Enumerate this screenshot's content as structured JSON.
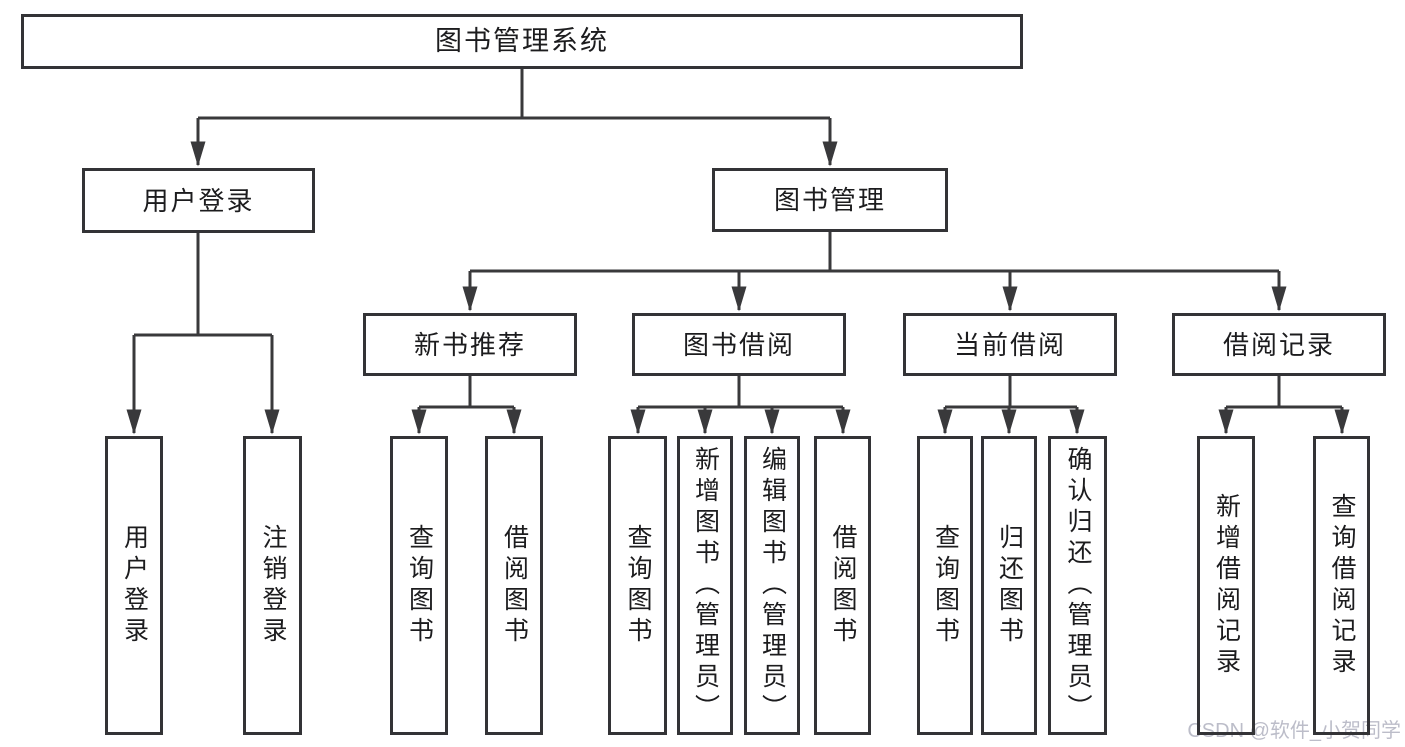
{
  "colors": {
    "canvas_bg": "#ffffff",
    "line_color": "#39393b",
    "border_color": "#333336",
    "text_color": "#1c1c1e",
    "watermark_color": "#bcbdc9"
  },
  "watermark": {
    "text": "CSDN @软件_小贺同学"
  },
  "tree": {
    "label": "图书管理系统",
    "children": [
      {
        "label": "用户登录",
        "children": [
          {
            "label": "用户登录"
          },
          {
            "label": "注销登录"
          }
        ]
      },
      {
        "label": "图书管理",
        "children": [
          {
            "label": "新书推荐",
            "children": [
              {
                "label": "查询图书"
              },
              {
                "label": "借阅图书"
              }
            ]
          },
          {
            "label": "图书借阅",
            "children": [
              {
                "label": "查询图书"
              },
              {
                "label": "新增图书（管理员）"
              },
              {
                "label": "编辑图书（管理员）"
              },
              {
                "label": "借阅图书"
              }
            ]
          },
          {
            "label": "当前借阅",
            "children": [
              {
                "label": "查询图书"
              },
              {
                "label": "归还图书"
              },
              {
                "label": "确认归还（管理员）"
              }
            ]
          },
          {
            "label": "借阅记录",
            "children": [
              {
                "label": "新增借阅记录"
              },
              {
                "label": "查询借阅记录"
              }
            ]
          }
        ]
      }
    ]
  }
}
